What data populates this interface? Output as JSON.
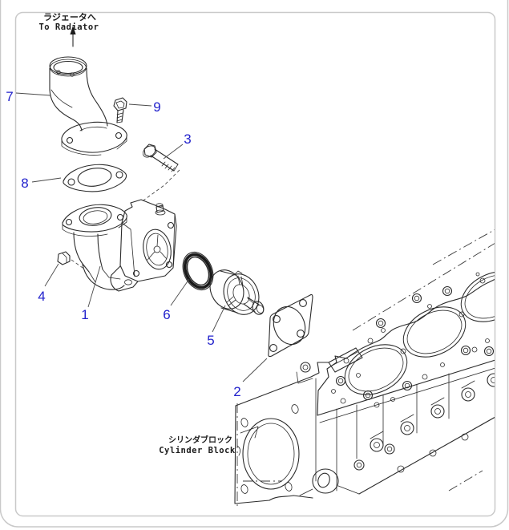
{
  "diagram": {
    "kind": "exploded-parts-diagram",
    "annotations": {
      "to_radiator_ja": "ラジェータへ",
      "to_radiator_en": "To Radiator",
      "cylinder_block_ja": "シリンダブロック",
      "cylinder_block_en": "Cylinder Block"
    },
    "callouts": [
      {
        "number": "1"
      },
      {
        "number": "2"
      },
      {
        "number": "3"
      },
      {
        "number": "4"
      },
      {
        "number": "5"
      },
      {
        "number": "6"
      },
      {
        "number": "7"
      },
      {
        "number": "8"
      },
      {
        "number": "9"
      }
    ],
    "colors": {
      "callout_blue": "#2222cc",
      "drawing_line": "#2b2b2b",
      "frame_border": "#c9c9c9",
      "background": "#ffffff"
    }
  }
}
